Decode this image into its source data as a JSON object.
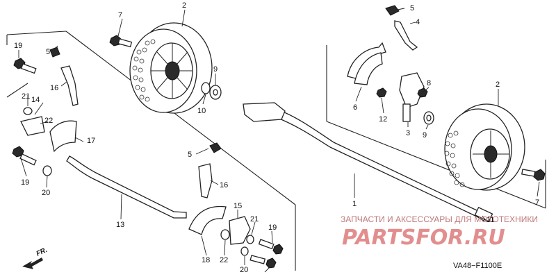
{
  "callouts": {
    "p7a": "7",
    "p2a": "2",
    "p9a": "9",
    "p10": "10",
    "p5a": "5",
    "p4": "4",
    "p6": "6",
    "p8": "8",
    "p12": "12",
    "p3": "3",
    "p9b": "9",
    "p2b": "2",
    "p7b": "7",
    "p1": "1",
    "p11": "11",
    "p19a": "19",
    "p5b": "5",
    "p16a": "16",
    "p21a": "21",
    "p14": "14",
    "p22a": "22",
    "p17": "17",
    "p19b": "19",
    "p20a": "20",
    "p13": "13",
    "p5c": "5",
    "p16b": "16",
    "p15": "15",
    "p21b": "21",
    "p19c": "19",
    "p18": "18",
    "p22b": "22",
    "p20b": "20"
  },
  "watermark": {
    "top": "ЗАПЧАСТИ И АКСЕССУАРЫ ДЛЯ МОТОТЕХНИКИ",
    "brand": "PARTSFOR.RU"
  },
  "diagram_code": "VA48−F1100E",
  "direction_label": "FR."
}
